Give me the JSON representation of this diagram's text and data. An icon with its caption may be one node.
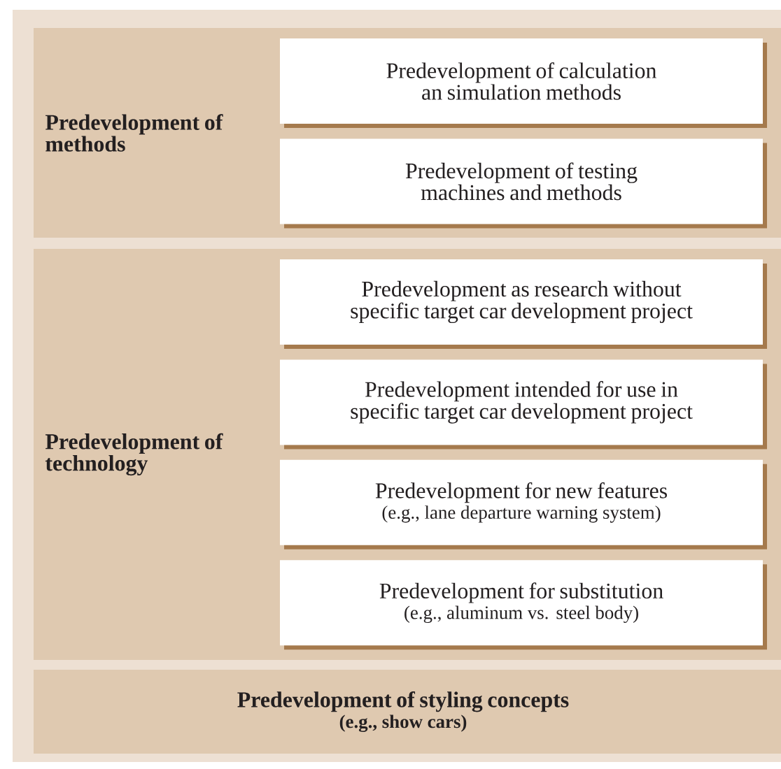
{
  "diagram": {
    "nodes": [
      {
        "text": [
          "Predevelopment of methods"
        ]
      },
      {
        "text": [
          "Predevelopment of calculation an simulation methods"
        ],
        "in": 0
      },
      {
        "text": [
          "Predevelopment of testing machines and methods"
        ],
        "in": 0
      },
      {
        "text": [
          "Predevelopment of technology"
        ]
      },
      {
        "text": [
          "Predevelopment as research without specific target car development project"
        ],
        "in": 3
      },
      {
        "text": [
          "Predevelopment intended for use in specific target car development project"
        ],
        "in": 3
      },
      {
        "text": [
          "Predevelopment for new features",
          "(e.g., lane departure warning system)"
        ],
        "in": 3
      },
      {
        "text": [
          "Predevelopment for substitution",
          "(e.g., aluminum vs. steel body)"
        ],
        "in": 3
      },
      {
        "text": [
          "Predevelopment of styling concepts",
          "(e.g., show cars)"
        ]
      }
    ]
  }
}
